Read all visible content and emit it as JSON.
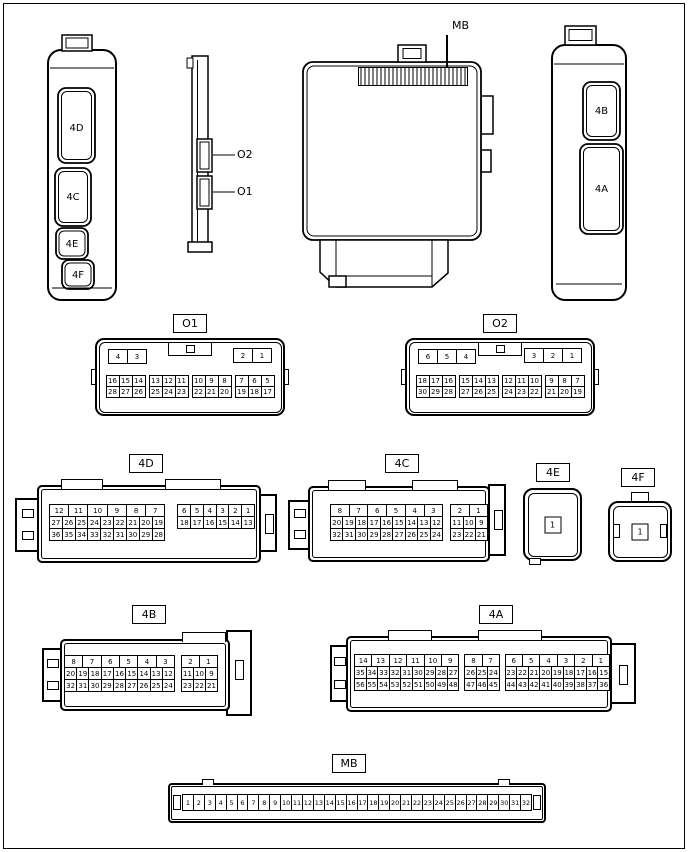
{
  "colors": {
    "line": "#000000",
    "background": "#ffffff"
  },
  "top_views": {
    "left_unit": {
      "labels": [
        "4D",
        "4C",
        "4E",
        "4F"
      ]
    },
    "bracket": {
      "labels": [
        "O2",
        "O1"
      ]
    },
    "main_block": {
      "label": "MB"
    },
    "right_unit": {
      "labels": [
        "4B",
        "4A"
      ]
    }
  },
  "connectors": {
    "O1": {
      "label": "O1",
      "top_blocks": [
        [
          "4",
          "3"
        ],
        [
          "2",
          "1"
        ]
      ],
      "groups": [
        [
          [
            "16",
            "15",
            "14"
          ],
          [
            "28",
            "27",
            "26"
          ]
        ],
        [
          [
            "13",
            "12",
            "11"
          ],
          [
            "25",
            "24",
            "23"
          ]
        ],
        [
          [
            "10",
            "9",
            "8"
          ],
          [
            "22",
            "21",
            "20"
          ]
        ],
        [
          [
            "7",
            "6",
            "5"
          ],
          [
            "19",
            "18",
            "17"
          ]
        ]
      ]
    },
    "O2": {
      "label": "O2",
      "top_blocks": [
        [
          "6",
          "5",
          "4"
        ],
        [
          "3",
          "2",
          "1"
        ]
      ],
      "groups": [
        [
          [
            "18",
            "17",
            "16"
          ],
          [
            "30",
            "29",
            "28"
          ]
        ],
        [
          [
            "15",
            "14",
            "13"
          ],
          [
            "27",
            "26",
            "25"
          ]
        ],
        [
          [
            "12",
            "11",
            "10"
          ],
          [
            "24",
            "23",
            "22"
          ]
        ],
        [
          [
            "9",
            "8",
            "7"
          ],
          [
            "21",
            "20",
            "19"
          ]
        ]
      ]
    },
    "4D": {
      "label": "4D",
      "blocks": [
        {
          "cols": 9,
          "rows": [
            [
              "12",
              "11",
              "10",
              "9",
              "8",
              "7"
            ],
            [
              "27",
              "26",
              "25",
              "24",
              "23",
              "22",
              "21",
              "20",
              "19"
            ],
            [
              "36",
              "35",
              "34",
              "33",
              "32",
              "31",
              "30",
              "29",
              "28"
            ]
          ]
        },
        {
          "cols": 6,
          "rows": [
            [
              "6",
              "5",
              "4",
              "3",
              "2",
              "1"
            ],
            [
              "18",
              "17",
              "16",
              "15",
              "14",
              "13"
            ]
          ]
        }
      ]
    },
    "4C": {
      "label": "4C",
      "blocks": [
        {
          "cols": 9,
          "rows": [
            [
              "8",
              "7",
              "6",
              "5",
              "4",
              "3"
            ],
            [
              "20",
              "19",
              "18",
              "17",
              "16",
              "15",
              "14",
              "13",
              "12"
            ],
            [
              "32",
              "31",
              "30",
              "29",
              "28",
              "27",
              "26",
              "25",
              "24"
            ]
          ]
        },
        {
          "cols": 3,
          "rows": [
            [
              "2",
              "1"
            ],
            [
              "11",
              "10",
              "9"
            ],
            [
              "23",
              "22",
              "21"
            ]
          ]
        }
      ]
    },
    "4E": {
      "label": "4E",
      "pin": "1"
    },
    "4F": {
      "label": "4F",
      "pin": "1"
    },
    "4B": {
      "label": "4B",
      "blocks": [
        {
          "cols": 9,
          "rows": [
            [
              "8",
              "7",
              "6",
              "5",
              "4",
              "3"
            ],
            [
              "20",
              "19",
              "18",
              "17",
              "16",
              "15",
              "14",
              "13",
              "12"
            ],
            [
              "32",
              "31",
              "30",
              "29",
              "28",
              "27",
              "26",
              "25",
              "24"
            ]
          ]
        },
        {
          "cols": 3,
          "rows": [
            [
              "2",
              "1"
            ],
            [
              "11",
              "10",
              "9"
            ],
            [
              "23",
              "22",
              "21"
            ]
          ]
        }
      ]
    },
    "4A": {
      "label": "4A",
      "blocks": [
        {
          "cols": 9,
          "rows": [
            [
              "14",
              "13",
              "12",
              "11",
              "10",
              "9"
            ],
            [
              "35",
              "34",
              "33",
              "32",
              "31",
              "30",
              "29",
              "28",
              "27"
            ],
            [
              "56",
              "55",
              "54",
              "53",
              "52",
              "51",
              "50",
              "49",
              "48"
            ]
          ]
        },
        {
          "cols": 3,
          "rows": [
            [
              "8",
              "7"
            ],
            [
              "26",
              "25",
              "24"
            ],
            [
              "47",
              "46",
              "45"
            ]
          ]
        },
        {
          "cols": 9,
          "rows": [
            [
              "6",
              "5",
              "4",
              "3",
              "2",
              "1"
            ],
            [
              "23",
              "22",
              "21",
              "20",
              "19",
              "18",
              "17",
              "16",
              "15"
            ],
            [
              "44",
              "43",
              "42",
              "41",
              "40",
              "39",
              "38",
              "37",
              "36"
            ]
          ]
        }
      ]
    },
    "MB": {
      "label": "MB",
      "pins": [
        "1",
        "2",
        "3",
        "4",
        "5",
        "6",
        "7",
        "8",
        "9",
        "10",
        "11",
        "12",
        "13",
        "14",
        "15",
        "16",
        "17",
        "18",
        "19",
        "20",
        "21",
        "22",
        "23",
        "24",
        "25",
        "26",
        "27",
        "28",
        "29",
        "30",
        "31",
        "32"
      ]
    }
  }
}
